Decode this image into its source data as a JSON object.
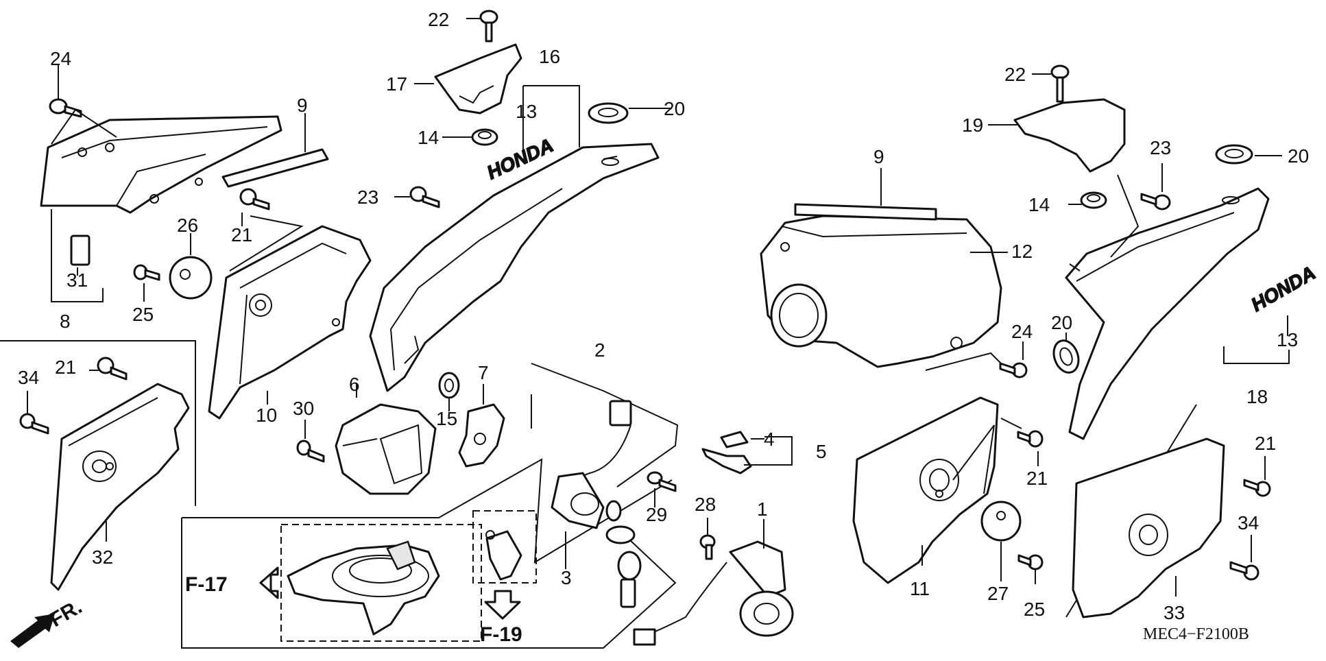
{
  "diagram": {
    "code": "MEC4−F2100B",
    "front_marker": "FR.",
    "refs": {
      "f17": "F-17",
      "f19": "F-19"
    },
    "labels": {
      "l1": "1",
      "l2": "2",
      "l3": "3",
      "l4": "4",
      "l5": "5",
      "l6": "6",
      "l7": "7",
      "l8": "8",
      "l9a": "9",
      "l9b": "9",
      "l10": "10",
      "l11": "11",
      "l12": "12",
      "l13a": "13",
      "l13b": "13",
      "l14a": "14",
      "l14b": "14",
      "l15": "15",
      "l16": "16",
      "l17": "17",
      "l18": "18",
      "l19": "19",
      "l20a": "20",
      "l20b": "20",
      "l20c": "20",
      "l21a": "21",
      "l21b": "21",
      "l21c": "21",
      "l21d": "21",
      "l22a": "22",
      "l22b": "22",
      "l23a": "23",
      "l23b": "23",
      "l24a": "24",
      "l24b": "24",
      "l25a": "25",
      "l25b": "25",
      "l26": "26",
      "l27": "27",
      "l28": "28",
      "l29": "29",
      "l30": "30",
      "l31": "31",
      "l32": "32",
      "l33": "33",
      "l34a": "34",
      "l34b": "34"
    },
    "emblem_text": "HONDA"
  }
}
